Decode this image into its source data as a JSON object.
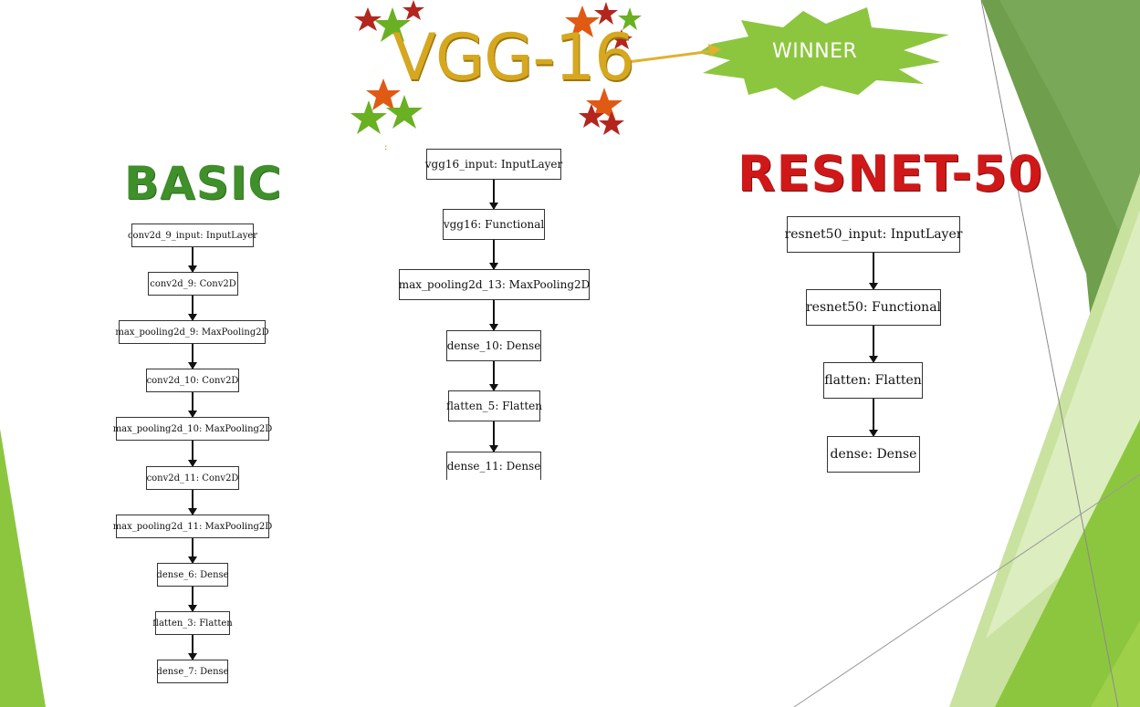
{
  "titles": {
    "basic": "BASIC",
    "vgg": "VGG-16",
    "resnet": "RESNET-50",
    "winner": "WINNER"
  },
  "stray_mark": ":",
  "colors": {
    "basic_title": "#3f8f2a",
    "resnet_title": "#d01818",
    "vgg_title": "#d6a820",
    "winner_burst": "#8cc63f",
    "arrow": "#e0b030",
    "star_red": "#b3261e",
    "star_orange": "#e05a14",
    "star_green": "#6ab023"
  },
  "basic_model": {
    "layers": [
      "conv2d_9_input: InputLayer",
      "conv2d_9: Conv2D",
      "max_pooling2d_9: MaxPooling2D",
      "conv2d_10: Conv2D",
      "max_pooling2d_10: MaxPooling2D",
      "conv2d_11: Conv2D",
      "max_pooling2d_11: MaxPooling2D",
      "dense_6: Dense",
      "flatten_3: Flatten",
      "dense_7: Dense"
    ]
  },
  "vgg_model": {
    "layers": [
      "vgg16_input: InputLayer",
      "vgg16: Functional",
      "max_pooling2d_13: MaxPooling2D",
      "dense_10: Dense",
      "flatten_5: Flatten",
      "dense_11: Dense"
    ]
  },
  "resnet_model": {
    "layers": [
      "resnet50_input: InputLayer",
      "resnet50: Functional",
      "flatten: Flatten",
      "dense: Dense"
    ]
  }
}
